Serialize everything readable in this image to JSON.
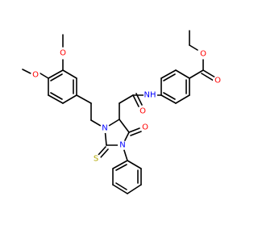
{
  "molecule": {
    "colors": {
      "bond": "#000000",
      "carbon": "#000000",
      "oxygen": "#ff0000",
      "nitrogen": "#0000ff",
      "sulfur": "#b2a800",
      "background": "#ffffff"
    },
    "atom_labels": {
      "o_methoxy_top": "O",
      "o_methoxy_left": "O",
      "o_ester_carbonyl": "O",
      "o_ester_ether": "O",
      "o_amide": "O",
      "o_ring_carbonyl": "O",
      "n_amide": "NH",
      "n_ring_upper": "N",
      "n_ring_lower": "N",
      "s_thione": "S"
    }
  }
}
